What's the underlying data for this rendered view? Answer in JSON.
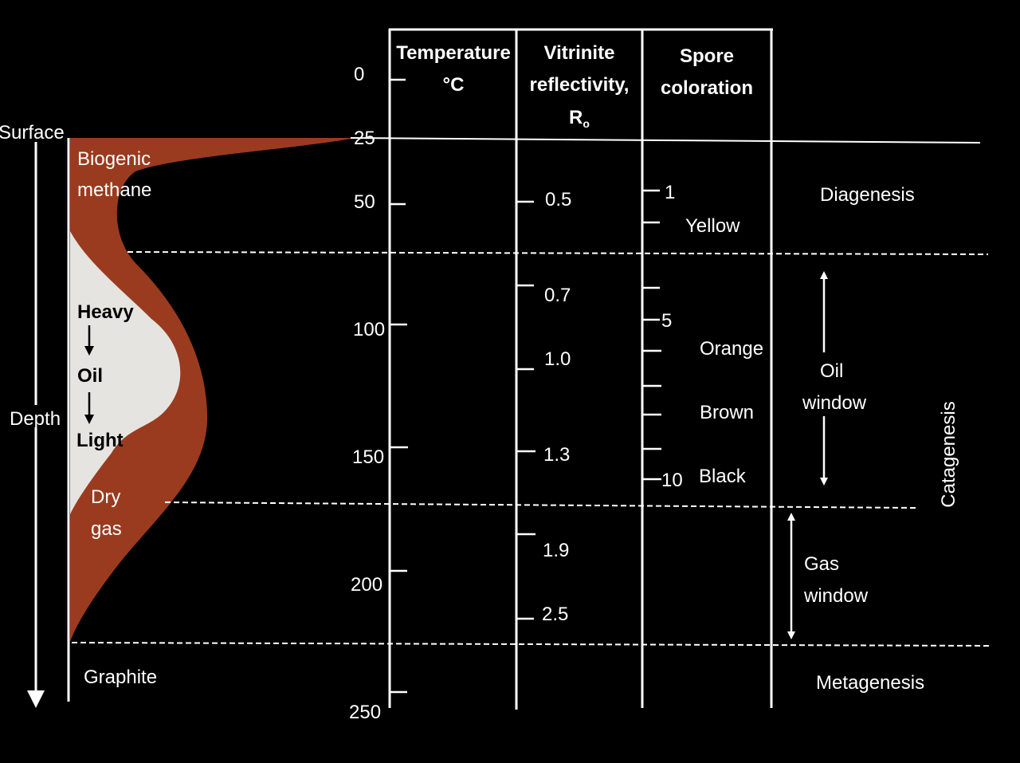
{
  "colors": {
    "background": "#000000",
    "generation_band": "#9a3b1f",
    "oil_zone": "#e6e4e1",
    "lines": "#ffffff"
  },
  "left_panel": {
    "surface_label": "Surface",
    "depth_label": "Depth",
    "biogenic": [
      "Biogenic",
      "methane"
    ],
    "oil_sequence": [
      "Heavy",
      "Oil",
      "Light"
    ],
    "dry_gas": [
      "Dry",
      "gas"
    ],
    "graphite_label": "Graphite"
  },
  "temperature_axis": {
    "unit_label": "°C",
    "ticks": [
      "0",
      "25",
      "50",
      "100",
      "150",
      "200",
      "250"
    ]
  },
  "columns": {
    "temperature": "Temperature",
    "vitrinite": [
      "Vitrinite",
      "reflectivity,",
      "R",
      "o"
    ],
    "spore": [
      "Spore",
      "coloration"
    ]
  },
  "vitrinite_values": [
    "0.5",
    "0.7",
    "1.0",
    "1.3",
    "1.9",
    "2.5"
  ],
  "spore_scale": {
    "labels": [
      "1",
      "5",
      "10"
    ],
    "colors": [
      "Yellow",
      "Orange",
      "Brown",
      "Black"
    ]
  },
  "zones": {
    "diagenesis": "Diagenesis",
    "oil_window": [
      "Oil",
      "window"
    ],
    "gas_window": [
      "Gas",
      "window"
    ],
    "catagenesis": "Catagenesis",
    "metagenesis": "Metagenesis"
  }
}
